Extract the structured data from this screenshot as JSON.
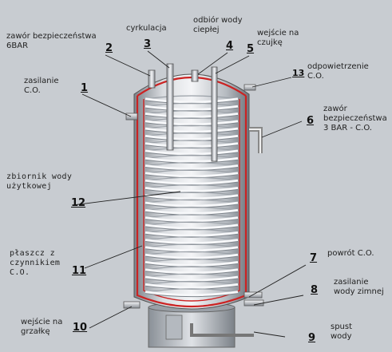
{
  "labels": {
    "zawor_6bar": "zawór bezpieczeństwa\n6BAR",
    "cyrkulacja": "cyrkulacja",
    "odbior": "odbiór wody\nciepłej",
    "wejscie_czujke": "wejście na\nczujkę",
    "zasilanie_co": "zasilanie\nC.O.",
    "odpowietrzenie": "odpowietrzenie\nC.O.",
    "zawor_3bar": "zawór\nbezpieczeństwa\n3 BAR - C.O.",
    "zbiornik": "zbiornik wody\nużytkowej",
    "plaszcz": "płaszcz z\nczynnikiem\nC.O.",
    "powrot": "powrót C.O.",
    "zasilanie_zimnej": "zasilanie\nwody zimnej",
    "wejscie_grzalke": "wejście na\ngrzałkę",
    "spust": "spust\nwody"
  },
  "numbers": {
    "n1": "1",
    "n2": "2",
    "n3": "3",
    "n4": "4",
    "n5": "5",
    "n6": "6",
    "n7": "7",
    "n8": "8",
    "n9": "9",
    "n10": "10",
    "n11": "11",
    "n12": "12",
    "n13": "13"
  },
  "colors": {
    "background": "#c8ccd1",
    "tank_light": "#f2f3f5",
    "tank_dark": "#8e939a",
    "jacket_outline": "#cc2222",
    "coil": "#e9ecef"
  }
}
